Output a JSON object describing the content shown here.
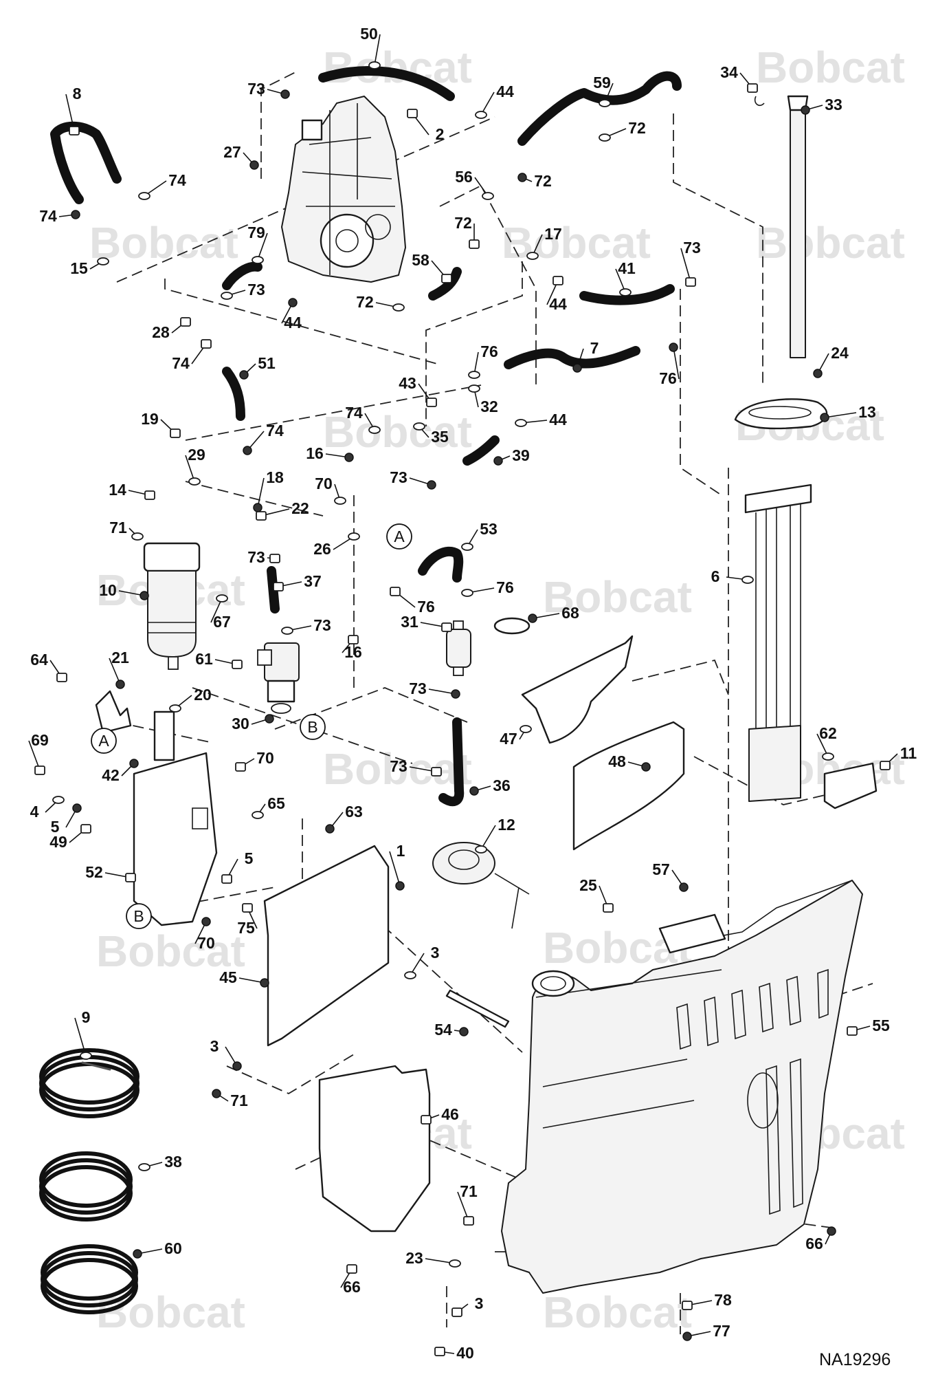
{
  "diagram": {
    "drawing_number": "NA19296",
    "watermark_text": "Bobcat",
    "reference_marks": [
      "A",
      "B"
    ],
    "callouts": [
      "1",
      "2",
      "3",
      "4",
      "5",
      "6",
      "7",
      "8",
      "9",
      "10",
      "11",
      "12",
      "13",
      "14",
      "15",
      "16",
      "17",
      "18",
      "19",
      "20",
      "21",
      "22",
      "23",
      "24",
      "25",
      "26",
      "27",
      "28",
      "29",
      "30",
      "31",
      "32",
      "33",
      "34",
      "35",
      "36",
      "37",
      "38",
      "39",
      "40",
      "41",
      "42",
      "43",
      "44",
      "45",
      "46",
      "47",
      "48",
      "49",
      "50",
      "51",
      "52",
      "53",
      "54",
      "55",
      "56",
      "57",
      "58",
      "59",
      "60",
      "61",
      "62",
      "63",
      "64",
      "65",
      "66",
      "67",
      "68",
      "69",
      "70",
      "71",
      "72",
      "73",
      "74",
      "75",
      "76",
      "77",
      "78",
      "79"
    ],
    "colors": {
      "line": "#111111",
      "watermark": "#e2e2e2",
      "background": "#ffffff"
    }
  }
}
